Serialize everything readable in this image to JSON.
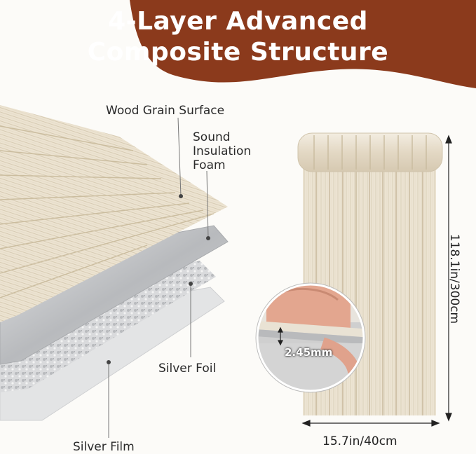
{
  "header": {
    "title_line1": "4-Layer Advanced",
    "title_line2": "Composite Structure",
    "banner_color": "#8b3a1c"
  },
  "layers": {
    "wood_grain": "Wood Grain Surface",
    "sound_insulation_line1": "Sound",
    "sound_insulation_line2": "Insulation",
    "sound_insulation_line3": "Foam",
    "silver_foil": "Silver Foil",
    "silver_film": "Silver Film"
  },
  "dimensions": {
    "height": "118.1in/300cm",
    "width": "15.7in/40cm",
    "thickness": "2.45mm"
  },
  "colors": {
    "wood_light": "#ede4d2",
    "wood_dark": "#d9cdb6",
    "foil": "#c7c9cc",
    "film": "#e4e5e6"
  }
}
